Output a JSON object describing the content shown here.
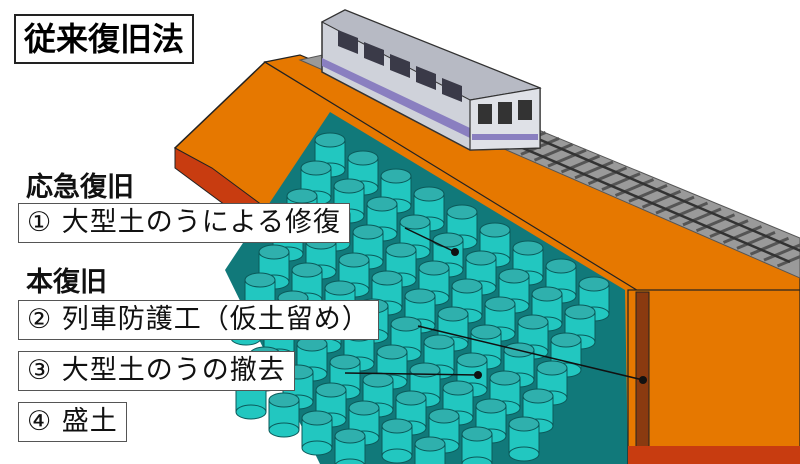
{
  "title": "従来復旧法",
  "sections": {
    "emergency": {
      "heading": "応急復旧",
      "steps": [
        {
          "label": "① 大型土のうによる修復"
        }
      ]
    },
    "permanent": {
      "heading": "本復旧",
      "steps": [
        {
          "label": "② 列車防護工（仮土留め）"
        },
        {
          "label": "③ 大型土のうの撤去"
        },
        {
          "label": "④ 盛土"
        }
      ]
    }
  },
  "colors": {
    "embankment": "#e67800",
    "base": "#c83c10",
    "sandbag": "#22c7c0",
    "ballast": "#9a9a9a",
    "wall": "#8a3a10"
  }
}
